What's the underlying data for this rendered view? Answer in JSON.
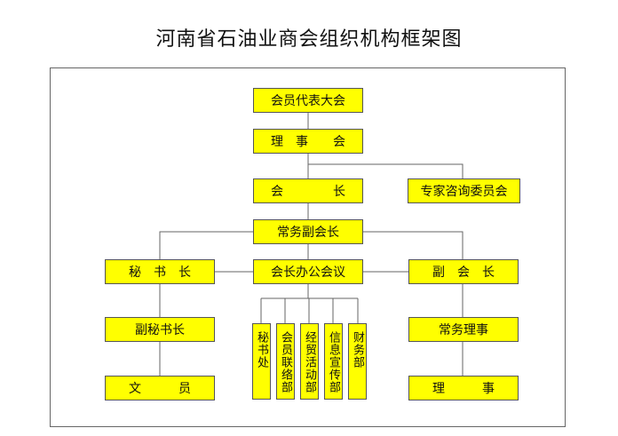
{
  "title": "河南省石油业商会组织机构框架图",
  "colors": {
    "box_fill": "#ffff00",
    "line": "#666666"
  },
  "nodes": {
    "members_congress": "会员代表大会",
    "council": "理　事　　会",
    "president": "会　　　　长",
    "expert_committee": "专家咨询委员会",
    "exec_vice_president": "常务副会长",
    "secretary_general": "秘　书　长",
    "president_office_meeting": "会长办公会议",
    "vice_president": "副　会　长",
    "deputy_secretary_general": "副秘书长",
    "executive_director": "常务理事",
    "clerk": "文　　　员",
    "director": "理　　　事",
    "secretariat": "秘书处",
    "member_liaison": "会员联络部",
    "trade_activity": "经贸活动部",
    "info_publicity": "信息宣传部",
    "finance": "财务部"
  }
}
